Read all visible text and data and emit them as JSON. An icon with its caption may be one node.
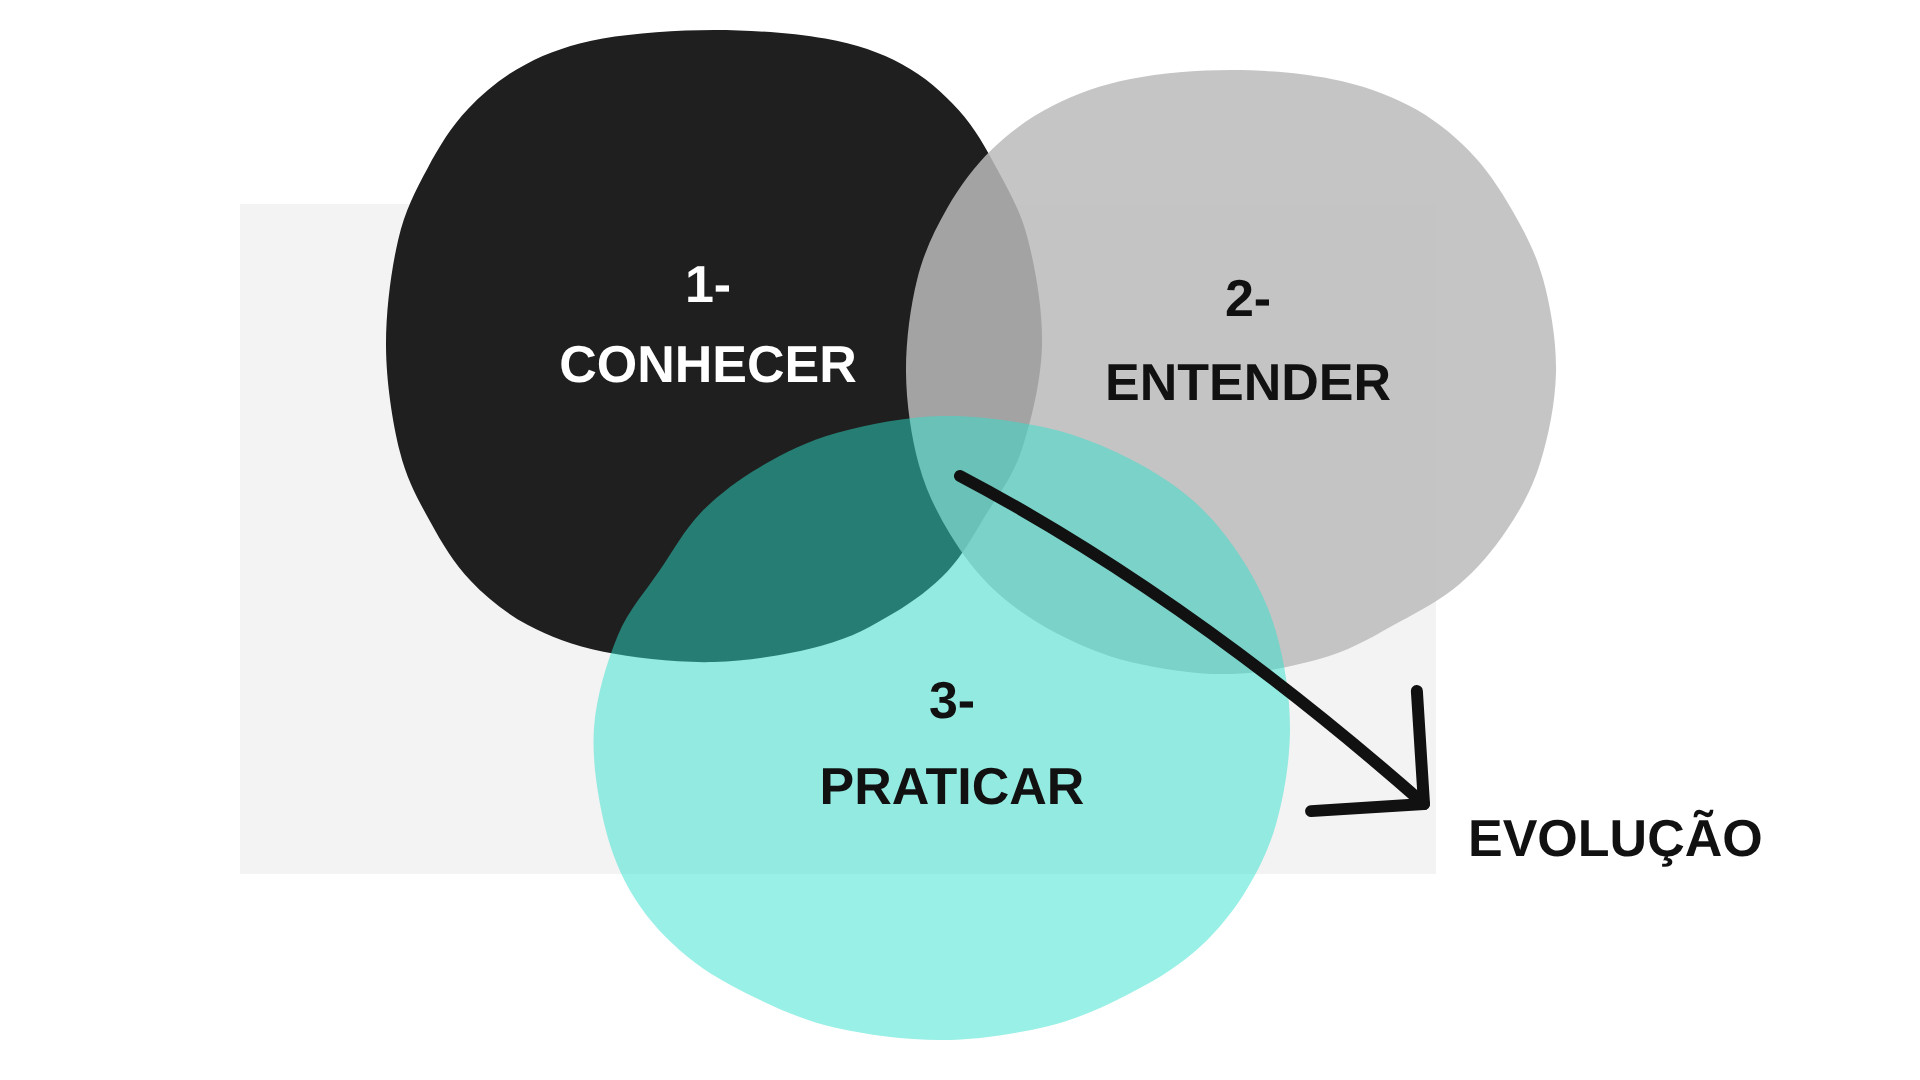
{
  "diagram": {
    "nodes": [
      {
        "text": [
          "1-",
          "CONHECER"
        ]
      },
      {
        "text": [
          "2-",
          "ENTENDER"
        ]
      },
      {
        "text": [
          "3-",
          "PRATICAR"
        ]
      },
      {
        "text": [
          "EVOLUÇÃO"
        ]
      }
    ],
    "edges": [
      {
        "from": 0,
        "to": 3,
        "arrow": "to"
      },
      {
        "from": 1,
        "to": 3,
        "arrow": "to"
      },
      {
        "from": 2,
        "to": 3,
        "arrow": "to"
      }
    ]
  }
}
